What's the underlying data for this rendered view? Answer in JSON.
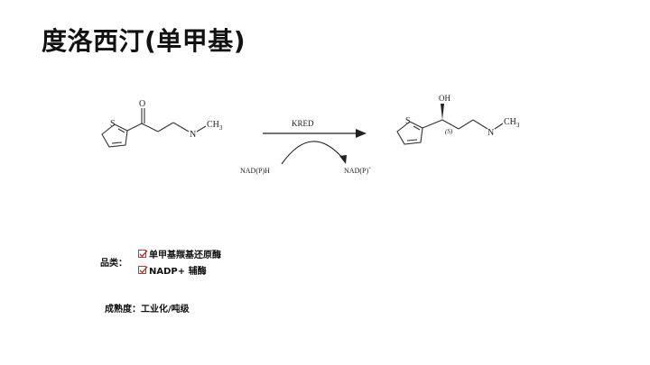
{
  "title": "度洛西汀(单甲基)",
  "scheme": {
    "reactant_labels": {
      "oxygen": "O",
      "sulfur": "S",
      "nitrogen": "N",
      "methyl": "CH3"
    },
    "product_labels": {
      "hydroxyl": "OH",
      "sulfur": "S",
      "nitrogen": "N",
      "methyl": "CH3",
      "stereo": "(S)"
    },
    "enzyme": "KRED",
    "cofactor_in": "NAD(P)H",
    "cofactor_out": "NAD(P)+"
  },
  "category": {
    "label": "品类：",
    "items": [
      "单甲基羰基还原酶",
      "NADP+ 辅酶"
    ],
    "check_color": "#c0392b"
  },
  "maturity": {
    "text": "成熟度：工业化/吨级"
  }
}
